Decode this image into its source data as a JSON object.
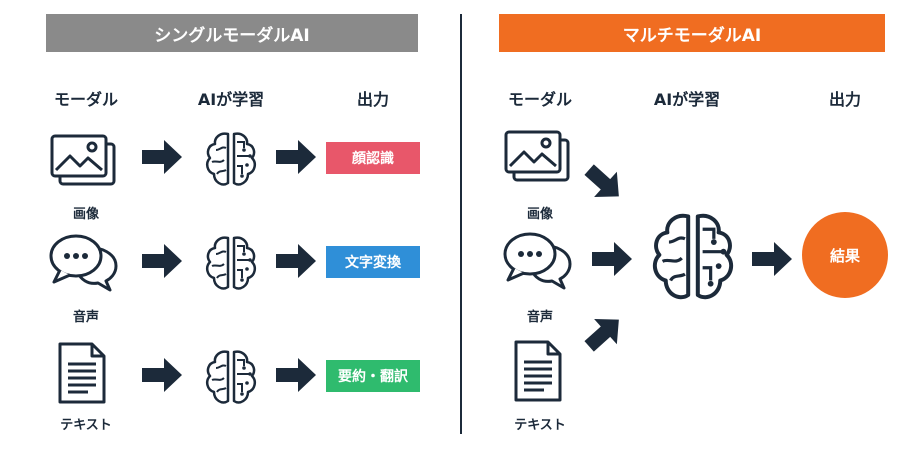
{
  "colors": {
    "single_banner": "#8a8a8a",
    "multi_banner": "#f06d21",
    "dark": "#1c2a3a",
    "face_recognition": "#e8576a",
    "speech_to_text": "#2f8fd8",
    "summary_translation": "#2fbb6e",
    "result": "#f06d21"
  },
  "single": {
    "banner": "シングルモーダルAI",
    "head_modal": "モーダル",
    "head_ai": "AIが学習",
    "head_output": "出力",
    "rows": [
      {
        "icon": "image-icon",
        "label": "画像",
        "output": "顔認識"
      },
      {
        "icon": "chat-bubble-icon",
        "label": "音声",
        "output": "文字変換"
      },
      {
        "icon": "document-icon",
        "label": "テキスト",
        "output": "要約・翻訳"
      }
    ]
  },
  "multi": {
    "banner": "マルチモーダルAI",
    "head_modal": "モーダル",
    "head_ai": "AIが学習",
    "head_output": "出力",
    "inputs": [
      {
        "icon": "image-icon",
        "label": "画像"
      },
      {
        "icon": "chat-bubble-icon",
        "label": "音声"
      },
      {
        "icon": "document-icon",
        "label": "テキスト"
      }
    ],
    "result": "結果"
  }
}
